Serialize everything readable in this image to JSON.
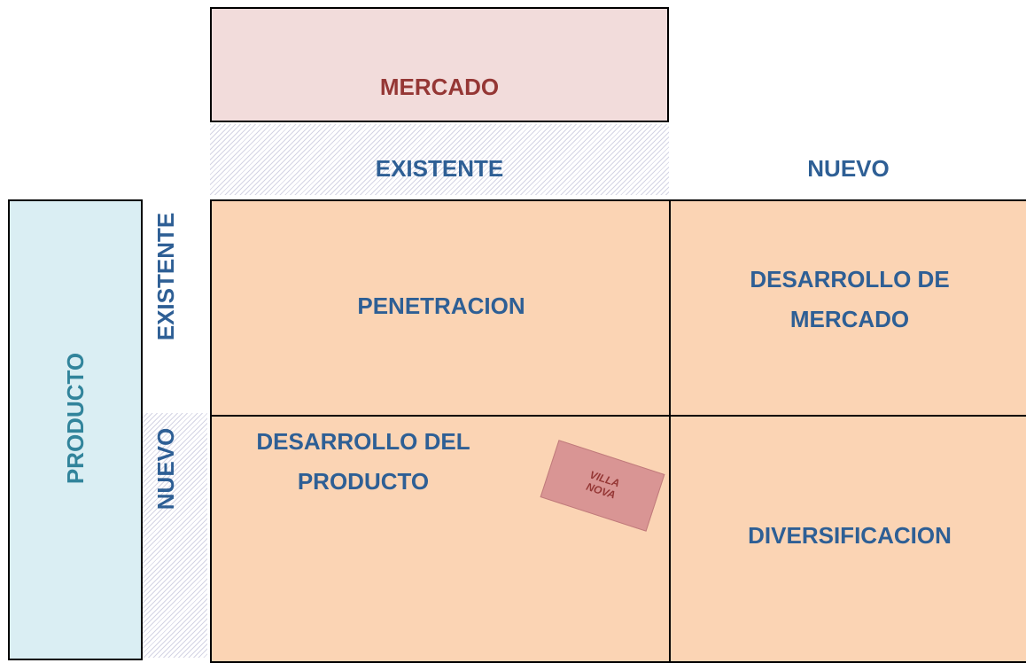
{
  "matrix": {
    "top_axis_label": "MERCADO",
    "left_axis_label": "PRODUCTO",
    "columns": [
      "EXISTENTE",
      "NUEVO"
    ],
    "rows": [
      "EXISTENTE",
      "NUEVO"
    ],
    "cells": {
      "existing_existing": "PENETRACION",
      "new_market_existing_product": [
        "DESARROLLO DE",
        "MERCADO"
      ],
      "existing_market_new_product": [
        "DESARROLLO DEL",
        "PRODUCTO"
      ],
      "new_new": "DIVERSIFICACION"
    },
    "stamp": [
      "VILLA",
      "NOVA"
    ]
  },
  "colors": {
    "header_fill": "#f2dcdb",
    "header_text": "#953735",
    "product_fill": "#daeef3",
    "product_text": "#31849b",
    "cell_fill": "#fbd4b4",
    "label_text": "#2e5f95",
    "stamp_fill": "#d99594"
  }
}
